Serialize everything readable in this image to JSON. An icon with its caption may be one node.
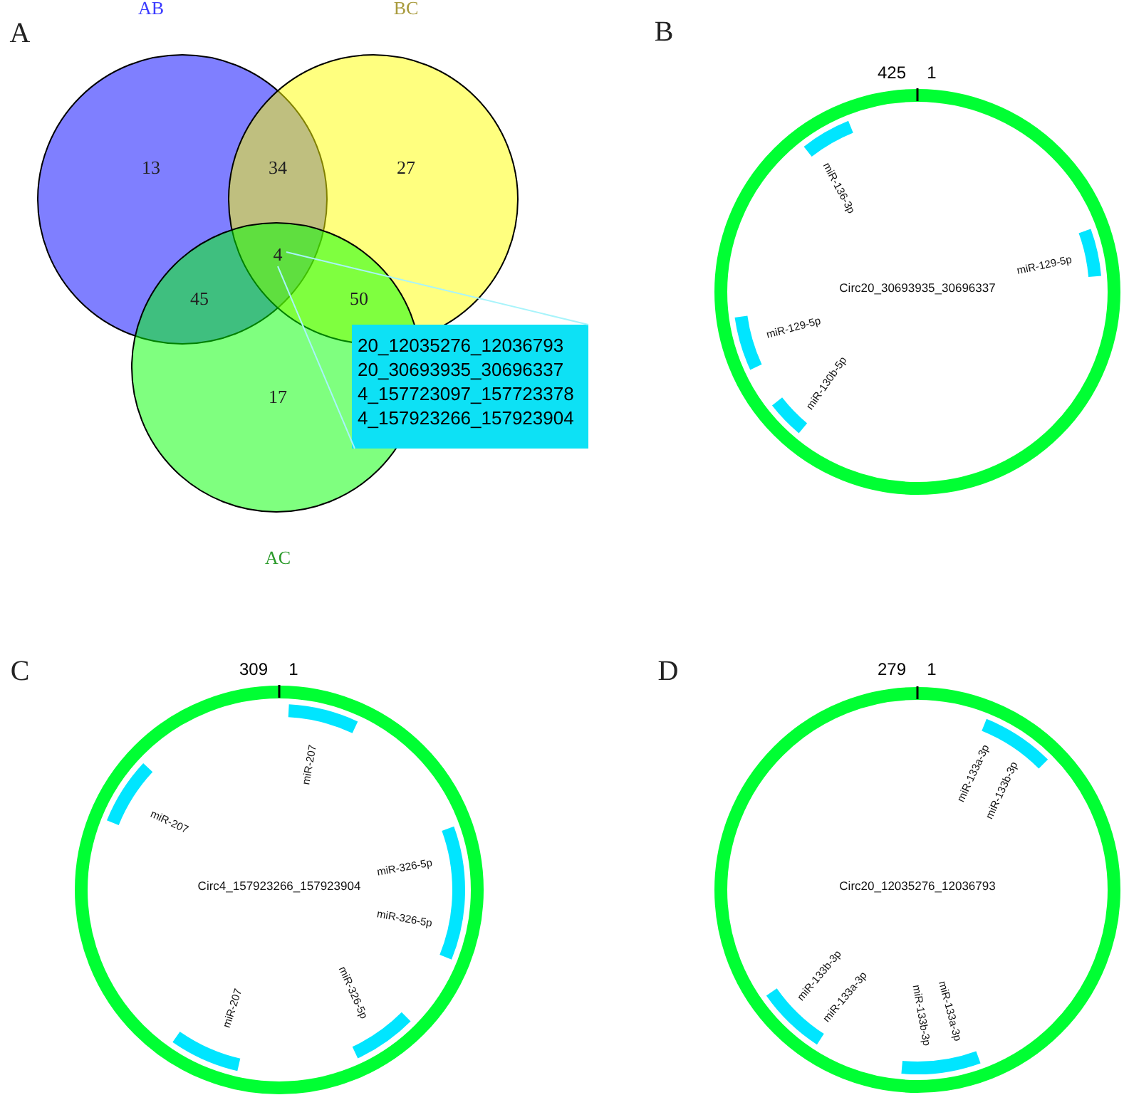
{
  "diagram": {
    "nodes": [
      {
        "text": [
          "AB"
        ]
      },
      {
        "text": [
          "BC"
        ]
      },
      {
        "text": [
          "AC"
        ]
      },
      {
        "text": [
          "4"
        ]
      },
      {
        "text": [
          "20_12035276_12036793",
          "20_30693935_30696337",
          "4_157723097_157723378",
          "4_157923266_157923904"
        ]
      },
      {
        "text": [
          "Circ20_30693935_30696337"
        ]
      },
      {
        "text": [
          "Circ4_157923266_157923904"
        ]
      },
      {
        "text": [
          "Circ20_12035276_12036793"
        ]
      }
    ],
    "edges": [
      {
        "from": 4,
        "to": 3,
        "arrow": "none",
        "color": "#a8f4fb"
      }
    ],
    "labels": [
      "A",
      "13",
      "34",
      "27",
      "45",
      "50",
      "17",
      "B",
      "425",
      "1",
      "miR-136-3p",
      "miR-129-5p",
      "miR-129-5p",
      "miR-130b-5p",
      "C",
      "309",
      "1",
      "miR-207",
      "miR-207",
      "miR-326-5p",
      "miR-326-5p",
      "miR-207",
      "miR-326-5p",
      "D",
      "279",
      "1",
      "miR-133a-3p",
      "miR-133b-3p",
      "miR-133b-3p",
      "miR-133a-3p",
      "miR-133b-3p",
      "miR-133a-3p"
    ]
  }
}
